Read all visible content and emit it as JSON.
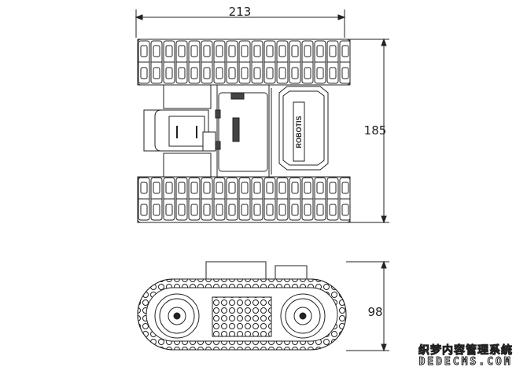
{
  "dimensions": {
    "width": "213",
    "length": "185",
    "height": "98"
  },
  "battery_label": "ROBOTIS",
  "watermark": {
    "line1": "织梦内容管理系统",
    "line2": "DEDECMS.COM"
  }
}
